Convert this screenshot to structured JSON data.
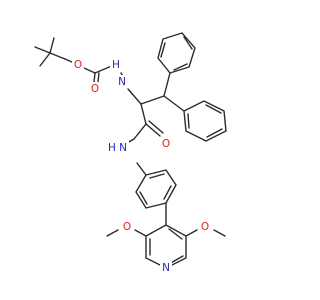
{
  "colors": {
    "carbon": "#2b2b2b",
    "oxygen": "#e0201b",
    "nitrogen": "#2a2ab3",
    "background": "#ffffff"
  },
  "atoms": {
    "o_ether": "O",
    "o_carbonyl_boc": "O",
    "nh_carbamate": "H",
    "n_carbamate": "N",
    "o_amide": "O",
    "n_amide": "N",
    "nh_amide": "H",
    "o_methoxy_left": "O",
    "o_methoxy_right": "O",
    "n_pyridine": "N"
  }
}
